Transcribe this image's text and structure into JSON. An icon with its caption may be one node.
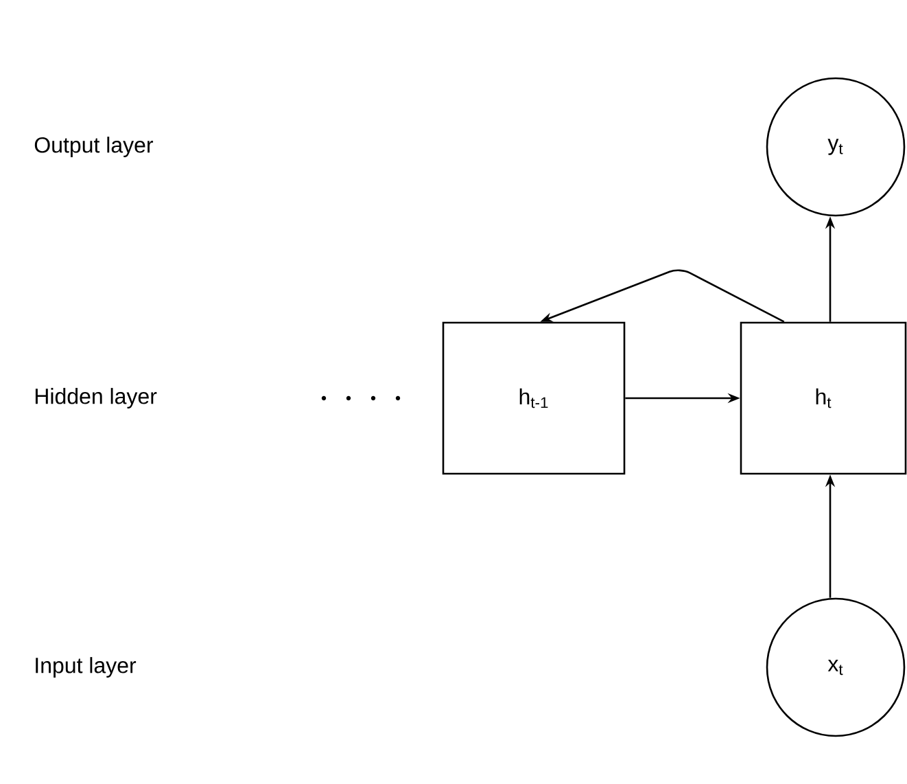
{
  "diagram": {
    "nodes": [
      {
        "text": [
          "y$_{t}$"
        ]
      },
      {
        "text": [
          "h$_{t-1}$"
        ]
      },
      {
        "text": [
          "h$_{t}$"
        ]
      },
      {
        "text": [
          "x$_{t}$"
        ]
      }
    ],
    "edges": [
      {
        "from": 2,
        "to": 0,
        "arrow": "to"
      },
      {
        "from": 2,
        "to": 1,
        "arrow": "to"
      },
      {
        "from": 1,
        "to": 2,
        "arrow": "to"
      },
      {
        "from": 3,
        "to": 2,
        "arrow": "to"
      }
    ],
    "labels": [
      "Output layer",
      "Hidden layer",
      "Input layer"
    ]
  }
}
